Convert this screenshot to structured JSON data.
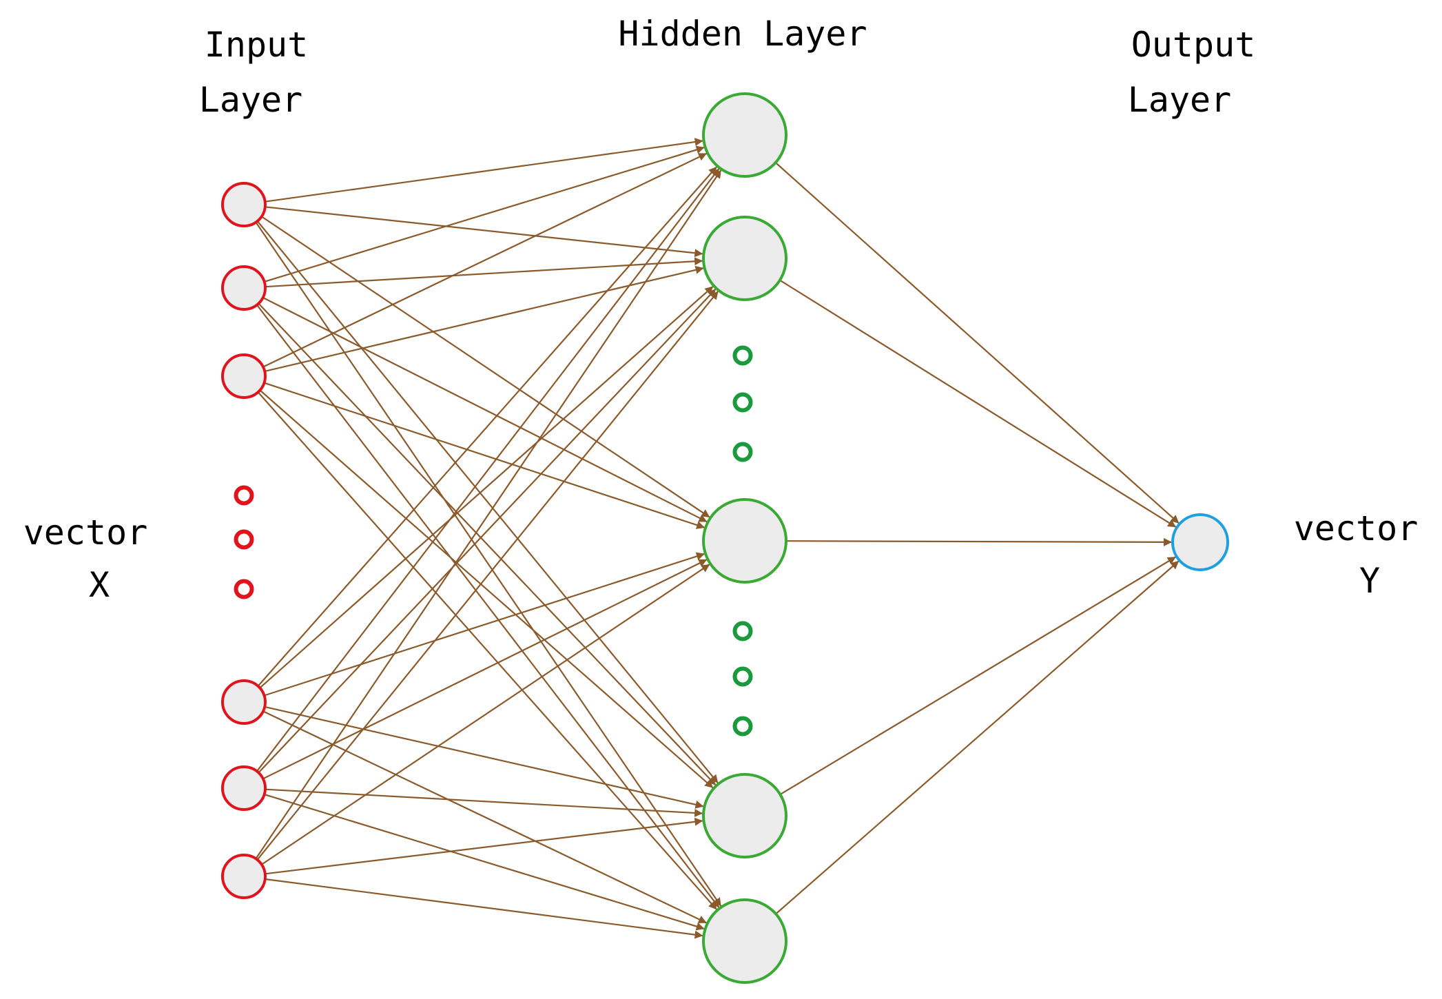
{
  "labels": {
    "input_layer": [
      "Input",
      "Layer"
    ],
    "hidden_layer": "Hidden Layer",
    "output_layer": [
      "Output",
      "Layer"
    ],
    "input_vector": [
      "vector",
      "X"
    ],
    "output_vector": [
      "vector",
      "Y"
    ]
  },
  "layers": {
    "input": {
      "node_count_shown": 6,
      "ellipsis_between": [
        3,
        4
      ]
    },
    "hidden": {
      "node_count_shown": 5,
      "ellipsis_between": [
        [
          2,
          3
        ],
        [
          3,
          4
        ]
      ]
    },
    "output": {
      "node_count_shown": 1
    }
  },
  "connections": [
    "all input nodes to all hidden nodes",
    "all hidden nodes to the output node"
  ],
  "colors": {
    "input_node": "#e0141c",
    "hidden_node": "#3aaa35",
    "hidden_ellipsis": "#1a9a3c",
    "output_node": "#1ea0e0",
    "node_fill": "#ececec",
    "edge": "#8b5a2b",
    "text": "#000000"
  }
}
